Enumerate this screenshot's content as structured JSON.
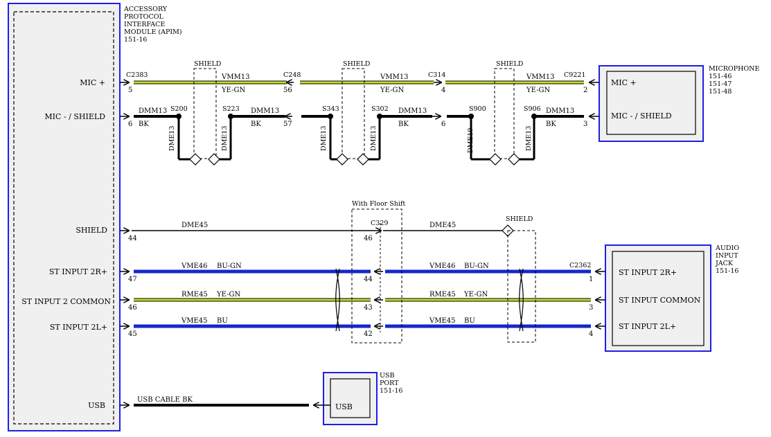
{
  "apim": {
    "name_lines": [
      "ACCESSORY",
      "PROTOCOL",
      "INTERFACE",
      "MODULE (APIM)",
      "151-16"
    ],
    "pins": {
      "mic_plus": "MIC +",
      "mic_minus": "MIC - / SHIELD",
      "shield": "SHIELD",
      "st_2r": "ST INPUT 2R+",
      "st_common": "ST INPUT 2 COMMON",
      "st_2l": "ST INPUT 2L+",
      "usb": "USB"
    }
  },
  "microphone": {
    "name_lines": [
      "MICROPHONE",
      "151-46",
      "151-47",
      "151-48"
    ],
    "pins": {
      "mic_plus": "MIC +",
      "mic_minus": "MIC - / SHIELD"
    }
  },
  "audio_jack": {
    "name_lines": [
      "AUDIO",
      "INPUT",
      "JACK",
      "151-16"
    ],
    "pins": {
      "st_2r": "ST INPUT 2R+",
      "st_common": "ST INPUT COMMON",
      "st_2l": "ST INPUT 2L+"
    }
  },
  "usb_port": {
    "name_lines": [
      "USB",
      "PORT",
      "151-16"
    ],
    "label": "USB"
  },
  "connectors": {
    "c2383": "C2383",
    "c248": "C248",
    "c314": "C314",
    "c9221": "C9221",
    "c329": "C329",
    "c2362": "C2362"
  },
  "pin_numbers": {
    "c2383_5": "5",
    "c2383_6": "6",
    "c248_56": "56",
    "c248_57": "57",
    "c314_4": "4",
    "c314_6": "6",
    "c9221_2": "2",
    "c9221_3": "3",
    "apim_44": "44",
    "apim_47": "47",
    "apim_46": "46",
    "apim_45": "45",
    "c329_46": "46",
    "c329_44": "44",
    "c329_43": "43",
    "c329_42": "42",
    "c2362_1": "1",
    "c2362_3": "3",
    "c2362_4": "4"
  },
  "splices": {
    "s200": "S200",
    "s223": "S223",
    "s343": "S343",
    "s302": "S302",
    "s900": "S900",
    "s906": "S906"
  },
  "shield_label": "SHIELD",
  "floor_shift_label": "With Floor Shift",
  "wires": {
    "vmm13": "VMM13",
    "ye_gn": "YE-GN",
    "dmm13": "DMM13",
    "bk": "BK",
    "dme13": "DME13",
    "dme19": "DME19",
    "dme45": "DME45",
    "vme46": "VME46",
    "bu_gn": "BU-GN",
    "rme45": "RME45",
    "vme45": "VME45",
    "bu": "BU",
    "usb_cable": "USB CABLE  BK"
  },
  "colors": {
    "ye_gn": "#c8dc28",
    "bu": "#1428c8",
    "bk": "#000000",
    "module_outline": "#1e1ee6",
    "module_fill": "#f0f0f0"
  }
}
